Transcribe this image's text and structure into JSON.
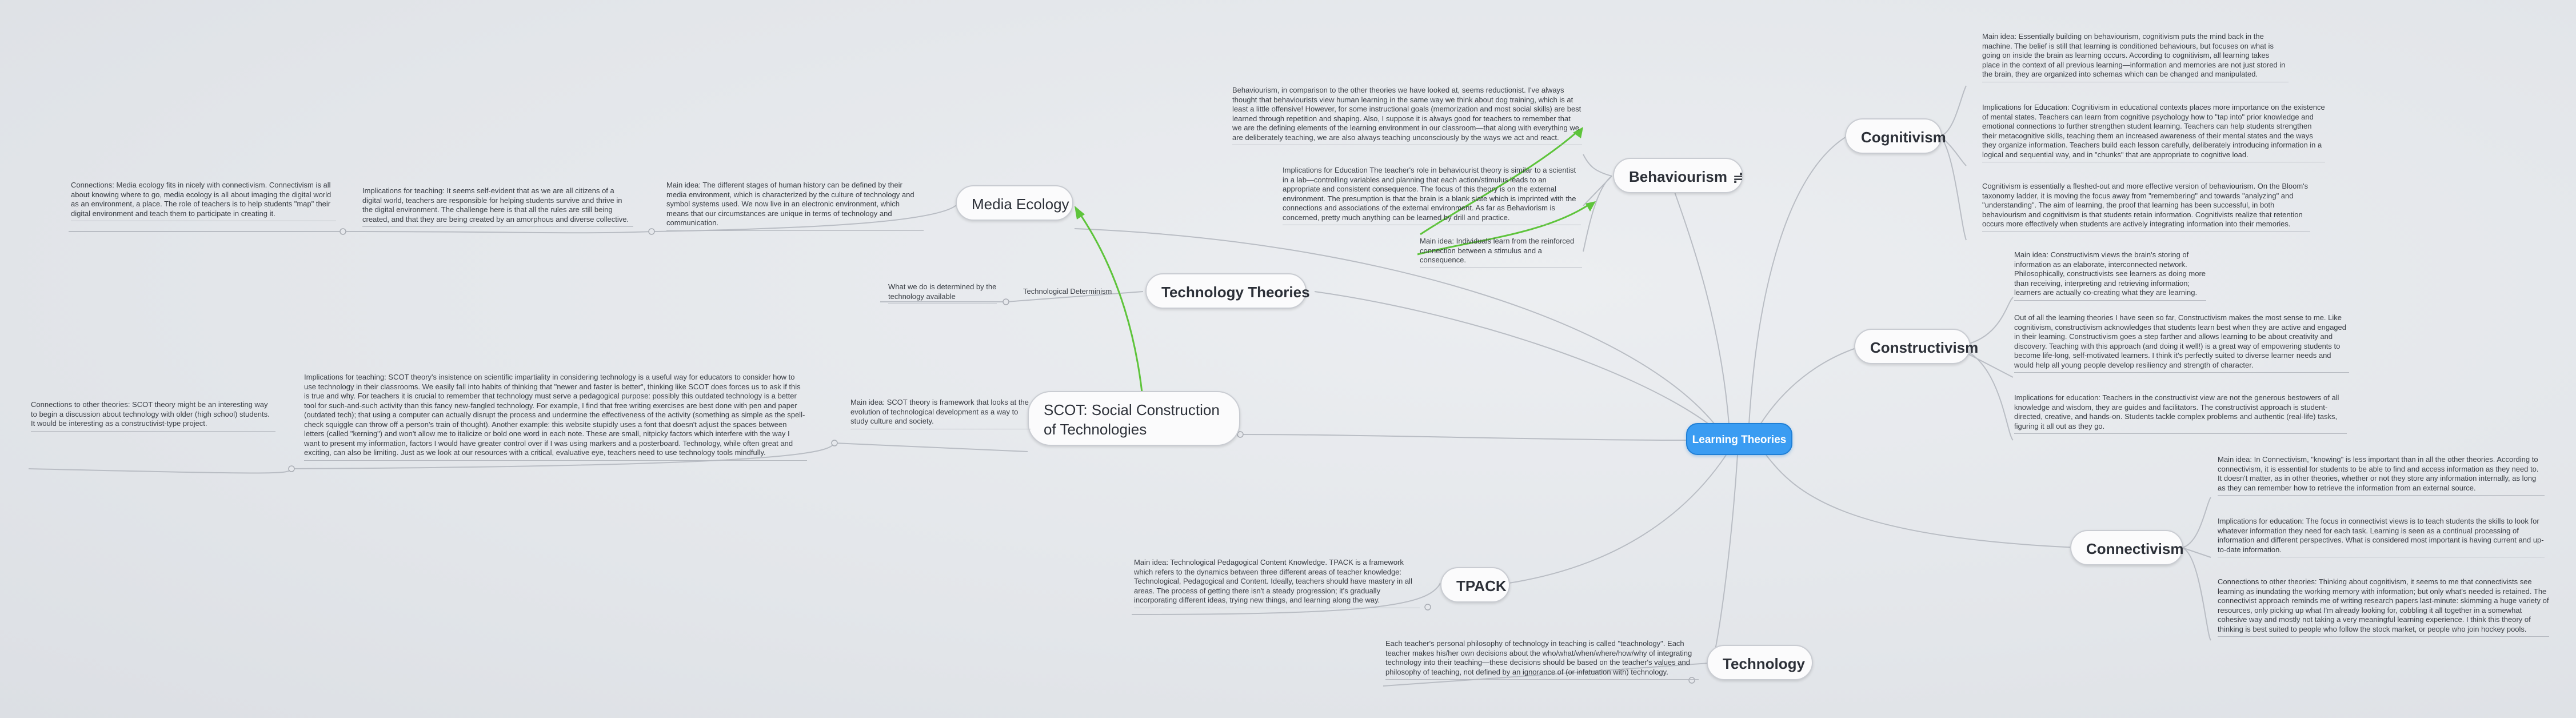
{
  "central": {
    "title": "Learning Theories"
  },
  "topics": {
    "behaviourism": "Behaviourism",
    "behaviourism_icon": "sliders-icon",
    "cognitivism": "Cognitivism",
    "constructivism": "Constructivism",
    "connectivism": "Connectivism",
    "technology": "Technology",
    "tpack": "TPACK",
    "scot": "SCOT: Social Construction of Technologies",
    "technology_theories": "Technology Theories",
    "media_ecology": "Media Ecology"
  },
  "notes": {
    "beh_intro": "Behaviourism, in comparison to the other theories we have looked at, seems reductionist.  I've always thought that behaviourists view human learning in the same way we think about dog training, which is at least a little offensive!  However, for some instructional goals (memorization and most social skills) are best learned through repetition and shaping.  Also, I suppose it is always good for teachers to remember that we are the defining elements of the learning environment in our classroom—that along with everything we are deliberately teaching, we are also always teaching unconsciously by the ways we act and react.",
    "beh_edu": "Implications for Education The teacher's role in behaviourist theory is similar to a scientist in a lab—controlling variables and planning that each action/stimulus leads to an appropriate and consistent consequence.  The focus of this theory is on the external environment.  The presumption is that the brain is a blank slate which is imprinted with the connections and associations of the external environment.  As far as Behaviorism is concerned, pretty much anything can be learned by drill and practice.",
    "beh_main": "Main idea:  Individuals learn from the reinforced connection between a stimulus and a consequence.",
    "cog_main": "Main idea:  Essentially building on behaviourism, cognitivism puts the mind back in the machine.  The belief is still that learning is conditioned behaviours, but focuses on what is going on inside the brain as learning occurs.  According to cognitivism, all learning takes place in the context of all previous learning—information and memories are not just stored in the brain, they are organized into schemas which can be changed and manipulated.",
    "cog_edu": "Implications for Education:  Cognitivism in educational contexts places more importance on the existence of mental states.  Teachers can learn from cognitive psychology how to \"tap into\" prior knowledge and emotional connections to further strengthen student learning.  Teachers can help students strengthen their metacognitive skills, teaching them an increased awareness of their mental states and the ways they organize information.  Teachers build each lesson carefully, deliberately introducing information in a logical and sequential way, and in \"chunks\" that are appropriate to cognitive load.",
    "cog_bloom": "Cognitivism is essentially a fleshed-out and more effective version of behaviourism.  On the Bloom's taxonomy ladder, it is moving the focus away from \"remembering\" and towards \"analyzing\" and \"understanding\". The aim of learning, the proof that learning has been successful, in both behaviourism and cognitivism is that students retain information.  Cognitivists realize that retention occurs more effectively when students are actively integrating information into their memories.",
    "con_main": "Main idea:  Constructivism views the brain's storing of information as an elaborate, interconnected network.  Philosophically, constructivists see learners as doing more than receiving, interpreting and retrieving information; learners are actually co-creating what they are learning.",
    "con_sense": "Out of all the learning theories I have seen so far, Constructivism makes the most sense to me.  Like cognitivism, constructivism acknowledges that students learn best when they are active and engaged in their learning.  Constructivism goes a step farther and allows learning to be about creativity and discovery.  Teaching with this approach (and doing it well!) is a great way of empowering students to become life-long, self-motivated learners.  I think it's perfectly suited to diverse learner needs and would help all young people develop resiliency and strength of character.",
    "con_edu": "Implications for education:  Teachers in the constructivist view are not the generous bestowers of all knowledge and wisdom, they are guides and facilitators.  The constructivist approach is student-directed, creative, and hands-on.  Students tackle complex problems and authentic (real-life) tasks, figuring it all out as they go.",
    "conn_main": "Main idea:  In Connectivism, \"knowing\" is less important than in all the other theories.  According to connectivism, it is essential for students to be able to find and access information as they need to.  It doesn't matter, as in other theories, whether or not they store any information internally, as long as they can remember how to retrieve the information from an external source.",
    "conn_edu": "Implications for education:  The focus in connectivist views is to teach students the skills to look for whatever information they need for each task.  Learning is seen as a continual processing of information and different perspectives.  What is considered most important is having current and up-to-date information.",
    "conn_other": "Connections to other theories:  Thinking about cognitivism, it seems to me that connectivists see learning as inundating the working memory with information; but only what's needed is retained.  The connectivist approach reminds me of writing research papers last-minute: skimming a huge variety of resources, only picking up what I'm already looking for, cobbling it all together in a somewhat cohesive way and mostly not taking a very meaningful learning experience.  I think this theory of thinking is best suited to people who follow the stock market, or people who join hockey pools.",
    "tech_phil": "Each teacher's personal philosophy of technology in teaching is called \"teachnology\".  Each teacher makes his/her own decisions about the who/what/when/where/how/why of integrating technology into their teaching—these decisions should be based on the teacher's values and philosophy of teaching, not defined by an ignorance of (or infatuation with) technology.",
    "tpack_main": "Main idea:  Technological Pedagogical Content Knowledge.  TPACK is a framework which refers to the dynamics between three different areas of teacher knowledge: Technological, Pedagogical and Content.  Ideally, teachers should have mastery in all areas.  The process of getting there isn't a steady progression; it's gradually incorporating different ideas, trying new things, and learning along the way.",
    "scot_main": "Main idea:  SCOT theory is framework that looks at the evolution of technological development as a way to study culture and society.",
    "scot_edu": "Implications for teaching:  SCOT theory's insistence on scientific impartiality in considering technology is a useful way for educators to consider how to use technology in their classrooms.  We easily fall into habits of thinking that \"newer and faster is better\", thinking like SCOT does forces us to ask if this is true and why.  For teachers it is crucial to remember that technology must serve a pedagogical purpose: possibly this outdated technology is a better tool for such-and-such activity than this fancy new-fangled technology.  For example, I find that free writing exercises are best done with pen and paper (outdated tech); that using a computer can actually disrupt the process and undermine the effectiveness of the activity (something as simple as the spell-check squiggle can throw off a person's train of thought).  Another example: this website stupidly uses a font that doesn't adjust the spaces between letters (called \"kerning\") and won't allow me to italicize or bold one word in each note.  These are small, nitpicky factors which interfere with the way I want to present my information, factors I would have greater control over if I was using markers and a posterboard.  Technology, while often great and exciting, can also be limiting.  Just as we look at our resources with a critical, evaluative eye, teachers need to use technology tools mindfully.",
    "scot_other": "Connections to other theories:  SCOT theory might be an interesting way to begin a discussion about technology with older (high school) students.  It would be interesting as a constructivist-type project.",
    "tt_det_desc": "What we do is determined by the technology available",
    "me_main": "Main idea:  The different stages of human history can be defined by their media environment, which is characterized by the culture of technology and symbol systems used.  We now live in an electronic environment, which means that our circumstances are unique in terms of technology and communication.",
    "me_edu": "Implications for teaching:  It seems self-evident that as we are all citizens of a digital world, teachers are responsible for helping students survive and thrive in the digital environment.  The challenge here is that all the rules are still being created, and that they are being created by an amorphous and diverse collective.",
    "me_conn": "Connections:  Media ecology fits in nicely with connectivism.  Connectivism is all about knowing where to go, media ecology is all about imaging the digital world as an environment, a place.  The role of teachers is to help students \"map\" their digital environment and teach them to participate in creating it."
  },
  "labels": {
    "tech_determinism": "Technological Determinism"
  },
  "colors": {
    "central": "#3a9cf2",
    "branch_line": "#b7bbc2",
    "relationship": "#5ec43b"
  }
}
